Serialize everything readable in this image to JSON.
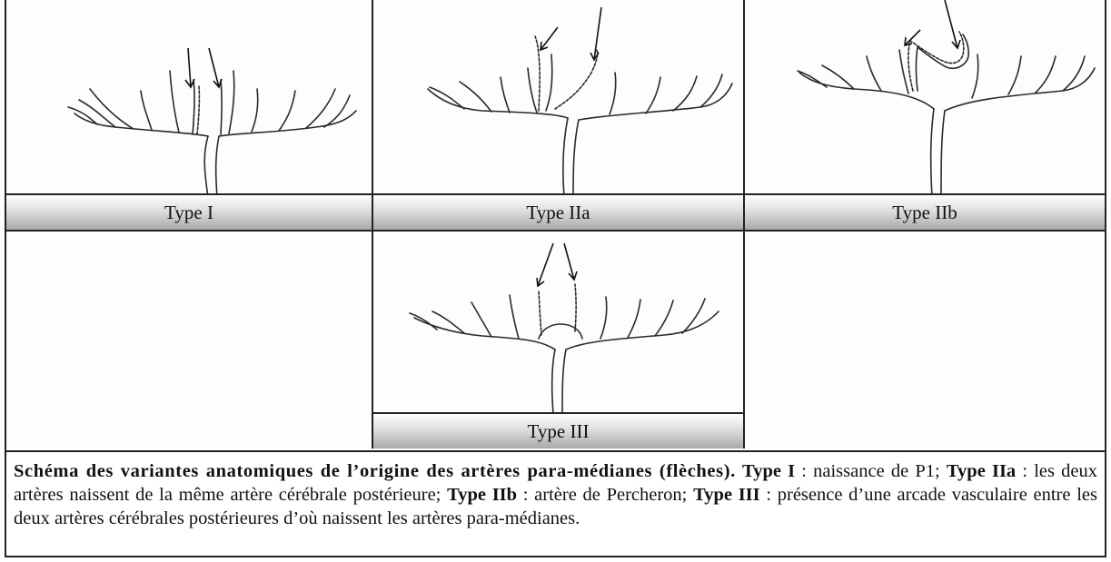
{
  "panels": [
    {
      "label": "Type I"
    },
    {
      "label": "Type IIa"
    },
    {
      "label": "Type IIb"
    },
    {
      "label": ""
    },
    {
      "label": "Type III"
    },
    {
      "label": ""
    }
  ],
  "caption": {
    "title": "Schéma des variantes anatomiques de l’origine des artères para-médianes (flèches).",
    "t1": "Type I",
    "d1": " : naissance de P1; ",
    "t2": "Type IIa",
    "d2": " : les deux artères naissent de la même artère cérébrale postérieure; ",
    "t3": "Type IIb",
    "d3": " : artère de Percheron; ",
    "t4": "Type III",
    "d4": " : présence d’une arcade vasculaire entre les deux artères cérébrales postérieures d’où naissent les artères para-médianes."
  },
  "colors": {
    "line": "#2a2a2a",
    "border": "#222222",
    "label_bg_top": "#ffffff",
    "label_bg_bottom": "#a9a9a9"
  }
}
